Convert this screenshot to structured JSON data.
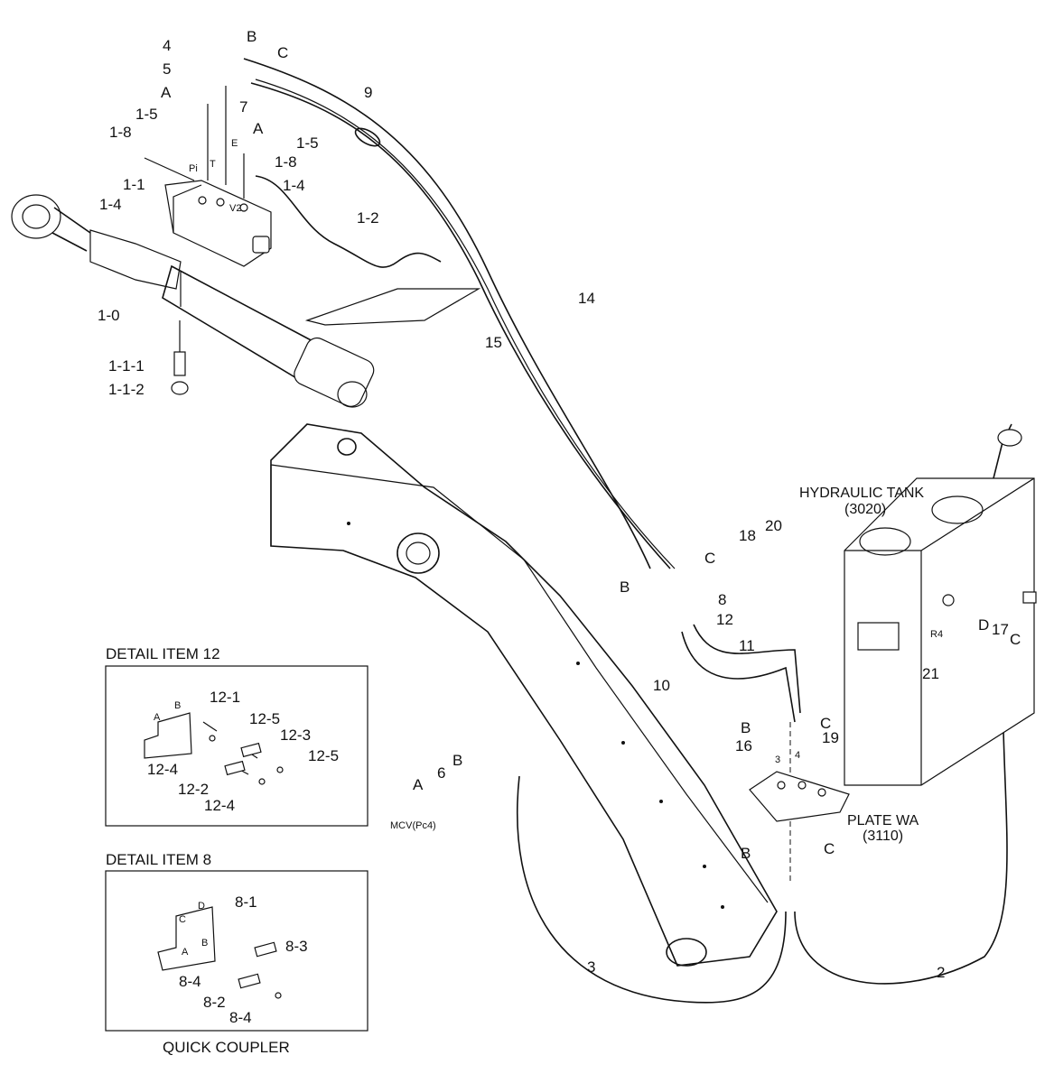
{
  "labels": {
    "l_4": "4",
    "l_B_top": "B",
    "l_5": "5",
    "l_C_top": "C",
    "l_A_top": "A",
    "l_7": "7",
    "l_A_7": "A",
    "l_E": "E",
    "l_9": "9",
    "l_1_5a": "1-5",
    "l_1_8a": "1-8",
    "l_1_5b": "1-5",
    "l_1_8b": "1-8",
    "l_Pi": "Pi",
    "l_T": "T",
    "l_V2": "V2",
    "l_1_1": "1-1",
    "l_1_4a": "1-4",
    "l_1_4b": "1-4",
    "l_1_2": "1-2",
    "l_14": "14",
    "l_15": "15",
    "l_1_0": "1-0",
    "l_1_1_1": "1-1-1",
    "l_1_1_2": "1-1-2",
    "l_18": "18",
    "l_20": "20",
    "l_C_mid": "C",
    "l_B_mid": "B",
    "l_8": "8",
    "l_12": "12",
    "l_11": "11",
    "l_10": "10",
    "l_B_19": "B",
    "l_C_19": "C",
    "l_16": "16",
    "l_19": "19",
    "l_3s": "3",
    "l_4s": "4",
    "l_B_plate": "B",
    "l_C_plate": "C",
    "l_R4": "R4",
    "l_D": "D",
    "l_17": "17",
    "l_C_tank": "C",
    "l_21": "21",
    "l_B_6": "B",
    "l_6": "6",
    "l_A_6": "A",
    "l_mcv": "MCV(Pc4)",
    "l_3": "3",
    "l_2": "2"
  },
  "tank": {
    "title": "HYDRAULIC TANK",
    "code": "(3020)"
  },
  "plate": {
    "title": "PLATE WA",
    "code": "(3110)"
  },
  "detail12": {
    "title": "DETAIL ITEM 12",
    "A": "A",
    "B": "B",
    "p1": "12-1",
    "p5a": "12-5",
    "p3": "12-3",
    "p5b": "12-5",
    "p4a": "12-4",
    "p2": "12-2",
    "p4b": "12-4"
  },
  "detail8": {
    "title": "DETAIL ITEM 8",
    "C": "C",
    "D": "D",
    "A": "A",
    "B": "B",
    "p1": "8-1",
    "p3": "8-3",
    "p4a": "8-4",
    "p2": "8-2",
    "p4b": "8-4"
  },
  "caption": "QUICK COUPLER"
}
